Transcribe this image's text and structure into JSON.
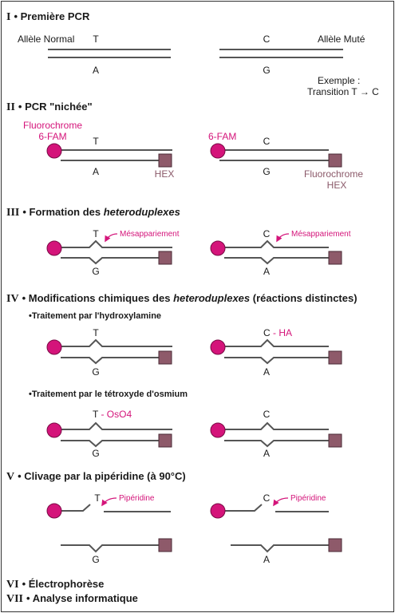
{
  "colors": {
    "line": "#555555",
    "fluorochrome": "#d4147a",
    "quencher": "#8e5a6a",
    "annotation": "#d4147a"
  },
  "icons": {
    "fluor_dot": "magenta-circle",
    "quencher_box": "mauve-square",
    "arrow": "magenta-curved-arrow",
    "transition_arrow": "right-arrow"
  },
  "section1": {
    "numeral": "I",
    "title": "Première PCR",
    "allele_normal": "Allèle Normal",
    "allele_mute": "Allèle Muté",
    "left_top_base": "T",
    "left_bottom_base": "A",
    "right_top_base": "C",
    "right_bottom_base": "G",
    "example_line1": "Exemple :",
    "example_line2_prefix": "Transition T",
    "example_arrow": "→",
    "example_line2_suffix": "C"
  },
  "section2": {
    "numeral": "II",
    "title": "PCR \"nichée\"",
    "fluor_line1": "Fluorochrome",
    "fluor_line2": "6-FAM",
    "left_top_base": "T",
    "left_bottom_base": "A",
    "hex_label": "HEX",
    "right_fam": "6-FAM",
    "right_top_base": "C",
    "right_bottom_base": "G",
    "right_fluor_line1": "Fluorochrome",
    "right_fluor_line2": "HEX"
  },
  "section3": {
    "numeral": "III",
    "title_prefix": "Formation des",
    "title_italic": "heteroduplexes",
    "left_top_base": "T",
    "left_bottom_base": "G",
    "right_top_base": "C",
    "right_bottom_base": "A",
    "mismatch_left": "Mésappariement",
    "mismatch_right": "Mésappariement"
  },
  "section4": {
    "numeral": "IV",
    "title_prefix": "Modifications chimiques des",
    "title_italic": "heteroduplexes",
    "title_suffix": "(réactions distinctes)",
    "treat1": "Traitement par l'hydroxylamine",
    "t1_left_top": "T",
    "t1_left_bottom": "G",
    "t1_right_top": "C",
    "t1_right_tag": "- HA",
    "t1_right_bottom": "A",
    "treat2": "Traitement par le tétroxyde d'osmium",
    "t2_left_top": "T",
    "t2_left_tag": "- OsO4",
    "t2_left_bottom": "G",
    "t2_right_top": "C",
    "t2_right_bottom": "A"
  },
  "section5": {
    "numeral": "V",
    "title": "Clivage par la pipéridine (à 90°C)",
    "left_top_base": "T",
    "left_bottom_base": "G",
    "right_top_base": "C",
    "right_bottom_base": "A",
    "piperidine_left": "Pipéridine",
    "piperidine_right": "Pipéridine"
  },
  "section6": {
    "numeral": "VI",
    "title": "Électrophorèse"
  },
  "section7": {
    "numeral": "VII",
    "title": "Analyse informatique"
  }
}
